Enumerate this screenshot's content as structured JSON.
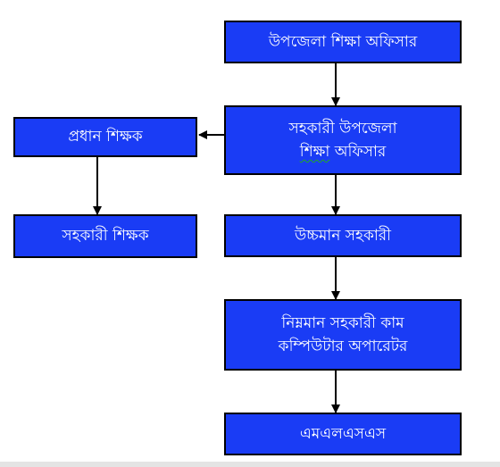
{
  "nodes": {
    "upazila_education_officer": "উপজেলা শিক্ষা অফিসার",
    "assistant_upazila_officer": {
      "line1": "সহকারী উপজেলা",
      "line2_part1": "শিক্ষা",
      "line2_part2": "অফিসার"
    },
    "head_teacher": "প্রধান শিক্ষক",
    "assistant_teacher": "সহকারী শিক্ষক",
    "upper_division_assistant": "উচ্চমান সহকারী",
    "lower_division_assistant": {
      "line1": "নিম্নমান সহকারী কাম",
      "line2": "কম্পিউটার অপারেটর"
    },
    "mlss": "এমএলএসএস"
  },
  "colors": {
    "box_fill": "#1a3cf5",
    "border": "#000000",
    "text": "#ffffff",
    "spellcheck_underline": "#22aa22"
  }
}
